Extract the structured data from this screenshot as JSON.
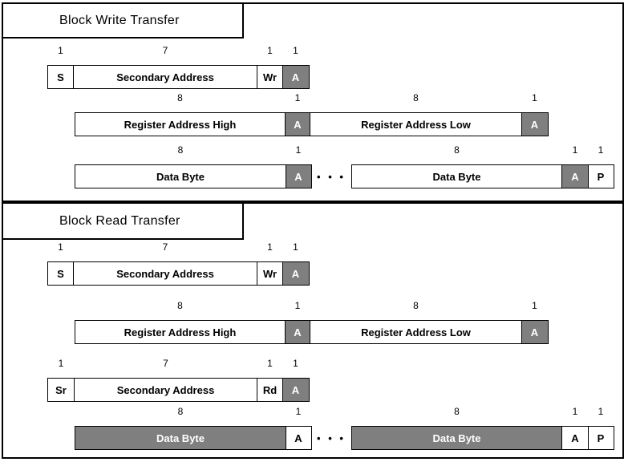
{
  "diagram": {
    "colors": {
      "ack_gray": "#7f7f7f",
      "border": "#000000",
      "background": "#ffffff",
      "label_text": "#000000",
      "gray_cell_text": "#ffffff"
    },
    "sections": [
      {
        "title": "Block Write Transfer",
        "rows": [
          {
            "cells": [
              {
                "bits": "1",
                "label": "S"
              },
              {
                "bits": "7",
                "label": "Secondary Address"
              },
              {
                "bits": "1",
                "label": "Wr"
              },
              {
                "bits": "1",
                "label": "A"
              }
            ]
          },
          {
            "cells": [
              {
                "bits": "8",
                "label": "Register Address High"
              },
              {
                "bits": "1",
                "label": "A"
              },
              {
                "bits": "8",
                "label": "Register Address Low"
              },
              {
                "bits": "1",
                "label": "A"
              }
            ]
          },
          {
            "ellipsis": "• • •",
            "cells": [
              {
                "bits": "8",
                "label": "Data Byte"
              },
              {
                "bits": "1",
                "label": "A"
              },
              {
                "bits": "8",
                "label": "Data Byte"
              },
              {
                "bits": "1",
                "label": "A"
              },
              {
                "bits": "1",
                "label": "P"
              }
            ]
          }
        ]
      },
      {
        "title": "Block Read Transfer",
        "rows": [
          {
            "cells": [
              {
                "bits": "1",
                "label": "S"
              },
              {
                "bits": "7",
                "label": "Secondary Address"
              },
              {
                "bits": "1",
                "label": "Wr"
              },
              {
                "bits": "1",
                "label": "A"
              }
            ]
          },
          {
            "cells": [
              {
                "bits": "8",
                "label": "Register Address High"
              },
              {
                "bits": "1",
                "label": "A"
              },
              {
                "bits": "8",
                "label": "Register Address Low"
              },
              {
                "bits": "1",
                "label": "A"
              }
            ]
          },
          {
            "cells": [
              {
                "bits": "1",
                "label": "Sr"
              },
              {
                "bits": "7",
                "label": "Secondary Address"
              },
              {
                "bits": "1",
                "label": "Rd"
              },
              {
                "bits": "1",
                "label": "A"
              }
            ]
          },
          {
            "ellipsis": "• • •",
            "cells": [
              {
                "bits": "8",
                "label": "Data Byte"
              },
              {
                "bits": "1",
                "label": "A"
              },
              {
                "bits": "8",
                "label": "Data Byte"
              },
              {
                "bits": "1",
                "label": "A"
              },
              {
                "bits": "1",
                "label": "P"
              }
            ]
          }
        ]
      }
    ]
  }
}
